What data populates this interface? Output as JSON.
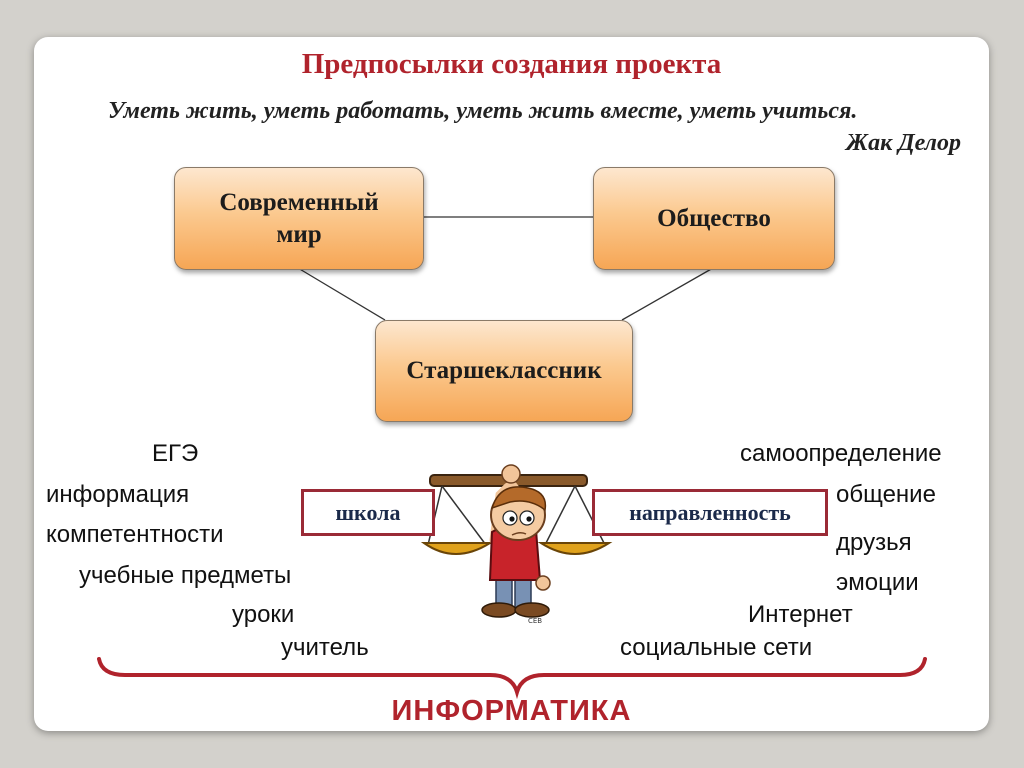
{
  "title": "Предпосылки создания проекта",
  "quote": "Уметь жить, уметь работать, уметь жить вместе, уметь учиться.",
  "author": "Жак Делор",
  "boxes": {
    "modern_world": "Современный мир",
    "society": "Общество",
    "senior_student": "Старшеклассник"
  },
  "left_words": [
    "ЕГЭ",
    "информация",
    "компетентности",
    "учебные предметы",
    "уроки",
    "учитель"
  ],
  "right_words": [
    "самоопределение",
    "общение",
    "друзья",
    "эмоции",
    "Интернет",
    "социальные сети"
  ],
  "tags": {
    "school": "школа",
    "direction": "направленность"
  },
  "signature": "СЕВ",
  "bottom_label": "ИНФОРМАТИКА",
  "colors": {
    "accent_red": "#b0232c",
    "tag_border": "#9a2a36",
    "box_gradient_top": "#fde7cf",
    "box_gradient_bottom": "#f6a655"
  }
}
